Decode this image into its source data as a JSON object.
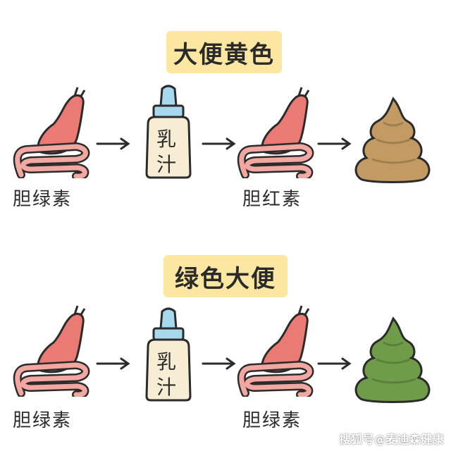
{
  "sections": [
    {
      "title": "大便黄色",
      "source_label": "胆绿素",
      "milk_label_line1": "乳",
      "milk_label_line2": "汁",
      "result_label": "胆红素",
      "stool_color": "#c29a62"
    },
    {
      "title": "绿色大便",
      "source_label": "胆绿素",
      "milk_label_line1": "乳",
      "milk_label_line2": "汁",
      "result_label": "胆绿素",
      "stool_color": "#6f9c48"
    }
  ],
  "watermark": "搜狐号@麦迪森健康",
  "colors": {
    "stomach": "#ec7a74",
    "intestine": "#f2a7a0",
    "outline": "#2b2b2b",
    "badge": "#fbe7a1",
    "bottle_liquid": "#f7ecd4",
    "bottle_cap": "#a8d8ee"
  }
}
